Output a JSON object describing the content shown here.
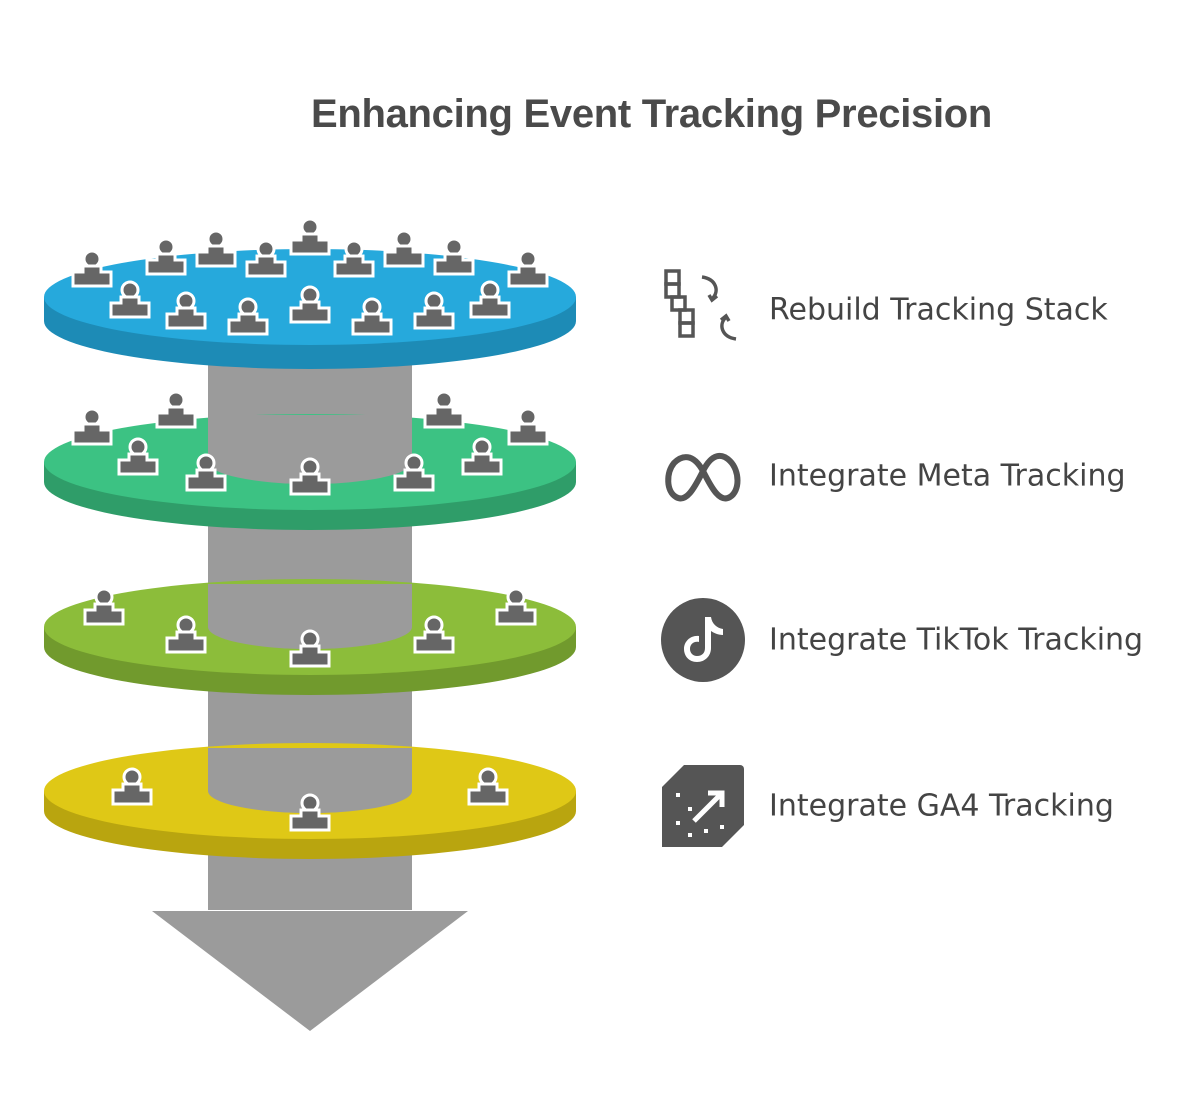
{
  "title": "Enhancing Event Tracking Precision",
  "colors": {
    "core": "#9b9b9b",
    "person": "#666666",
    "text": "#444444",
    "title": "#4a4a4a"
  },
  "stages": [
    {
      "label": "Rebuild Tracking Stack",
      "icon": "blocks-exchange-icon",
      "color": "#26a9dc",
      "side": "#1d8bb6"
    },
    {
      "label": "Integrate Meta Tracking",
      "icon": "meta-infinity-icon",
      "color": "#3cc283",
      "side": "#2f9d69"
    },
    {
      "label": "Integrate TikTok Tracking",
      "icon": "tiktok-icon",
      "color": "#8cbd3a",
      "side": "#719a2d"
    },
    {
      "label": "Integrate GA4 Tracking",
      "icon": "ga4-tag-icon",
      "color": "#dfc816",
      "side": "#b9a50f"
    }
  ]
}
